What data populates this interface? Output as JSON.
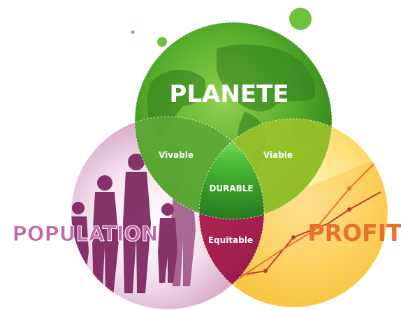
{
  "diagram": {
    "circles": {
      "planet": {
        "label": "PLANETE",
        "color": "#4ea62c"
      },
      "people": {
        "label": "POPULATION",
        "color": "#a03a7a"
      },
      "profit": {
        "label": "PROFIT",
        "color": "#f29a1a"
      }
    },
    "intersections": {
      "people_planet": "Vivable",
      "planet_profit": "Viable",
      "people_profit": "Equitable",
      "center": "DURABLE"
    }
  }
}
